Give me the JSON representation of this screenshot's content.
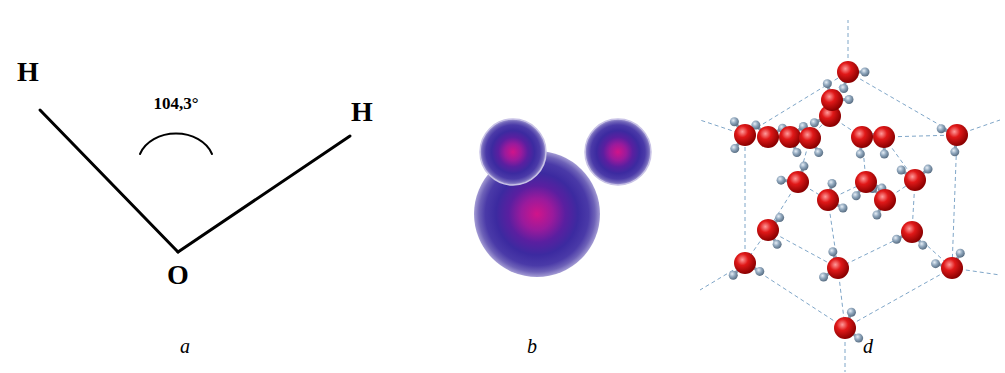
{
  "diagram": {
    "labels": [
      "H",
      "H",
      "104,3°",
      "O",
      "a",
      "b",
      "d"
    ]
  }
}
